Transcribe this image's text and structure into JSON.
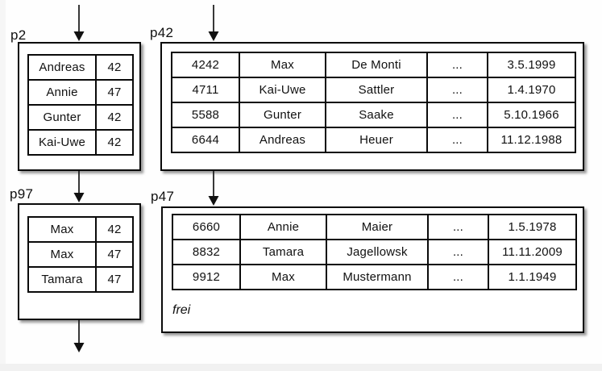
{
  "pages": [
    {
      "label": "p2",
      "rows": [
        [
          "Andreas",
          "42"
        ],
        [
          "Annie",
          "47"
        ],
        [
          "Gunter",
          "42"
        ],
        [
          "Kai-Uwe",
          "42"
        ]
      ]
    },
    {
      "label": "p42",
      "rows": [
        [
          "4242",
          "Max",
          "De Monti",
          "...",
          "3.5.1999"
        ],
        [
          "4711",
          "Kai-Uwe",
          "Sattler",
          "...",
          "1.4.1970"
        ],
        [
          "5588",
          "Gunter",
          "Saake",
          "...",
          "5.10.1966"
        ],
        [
          "6644",
          "Andreas",
          "Heuer",
          "...",
          "11.12.1988"
        ]
      ]
    },
    {
      "label": "p97",
      "rows": [
        [
          "Max",
          "42"
        ],
        [
          "Max",
          "47"
        ],
        [
          "Tamara",
          "47"
        ]
      ]
    },
    {
      "label": "p47",
      "rows": [
        [
          "6660",
          "Annie",
          "Maier",
          "...",
          "1.5.1978"
        ],
        [
          "8832",
          "Tamara",
          "Jagellowsk",
          "...",
          "11.11.2009"
        ],
        [
          "9912",
          "Max",
          "Mustermann",
          "...",
          "1.1.1949"
        ]
      ],
      "free_space_label": "frei"
    }
  ],
  "colors": {
    "border": "#0a0a0a",
    "text": "#111111",
    "background": "#ffffff",
    "page_edge": "#f1f1f1"
  }
}
